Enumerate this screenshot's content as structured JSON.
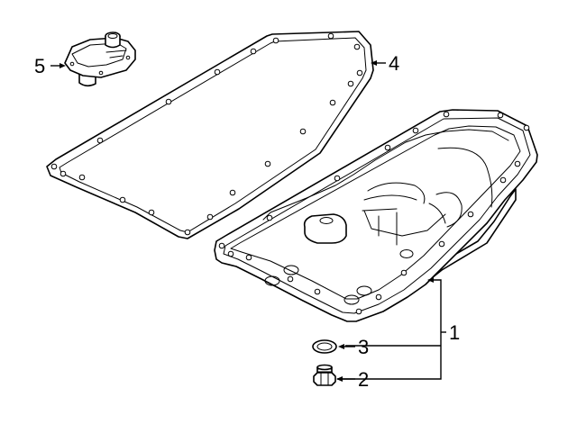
{
  "diagram": {
    "type": "exploded-parts-diagram",
    "background_color": "#ffffff",
    "line_color": "#000000",
    "parts": [
      {
        "callout": "1",
        "part": "oil-pan"
      },
      {
        "callout": "2",
        "part": "drain-plug"
      },
      {
        "callout": "3",
        "part": "drain-plug-washer"
      },
      {
        "callout": "4",
        "part": "oil-pan-gasket"
      },
      {
        "callout": "5",
        "part": "filter"
      }
    ]
  }
}
